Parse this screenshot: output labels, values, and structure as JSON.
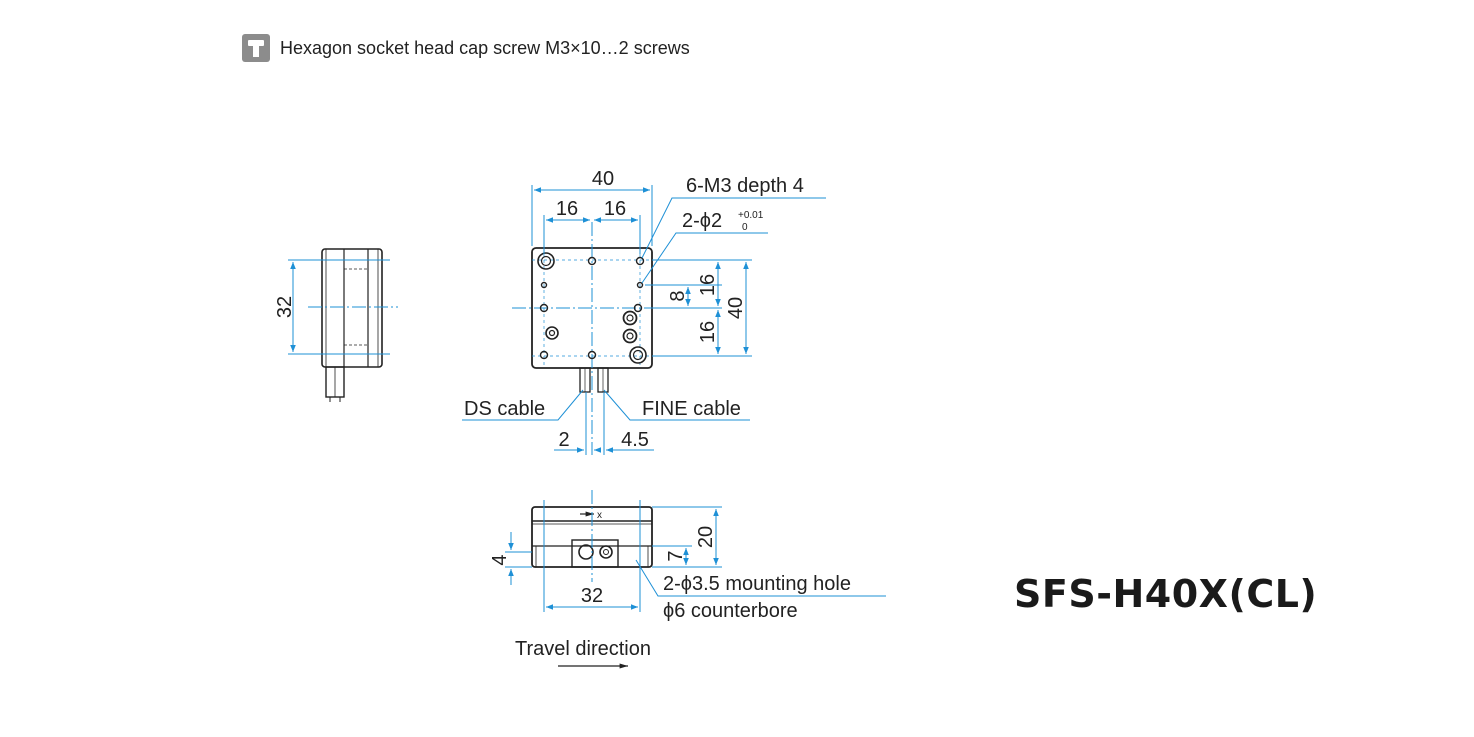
{
  "note": {
    "icon": "cap-screw-icon",
    "text": "Hexagon socket head cap screw M3×10…2 screws"
  },
  "model": "SFS-H40X(CL)",
  "colors": {
    "dimension": "#1e90d6",
    "outline": "#222222",
    "text": "#222222"
  },
  "dimensions": {
    "side_height": "32",
    "top_width": "40",
    "half_left": "16",
    "half_right": "16",
    "right_8": "8",
    "right_16_top": "16",
    "right_16_bottom": "16",
    "right_40": "40",
    "cable_2": "2",
    "cable_4_5": "4.5",
    "front_20": "20",
    "front_7": "7",
    "front_4": "4",
    "front_32": "32"
  },
  "callouts": {
    "m3": "6-M3 depth 4",
    "pin_hole": "2-ϕ2",
    "pin_tol_upper": "+0.01",
    "pin_tol_lower": "0",
    "ds_cable": "DS cable",
    "fine_cable": "FINE cable",
    "mounting_hole": "2-ϕ3.5 mounting hole",
    "counterbore": "ϕ6 counterbore",
    "axis_x": "x",
    "travel": "Travel direction"
  }
}
